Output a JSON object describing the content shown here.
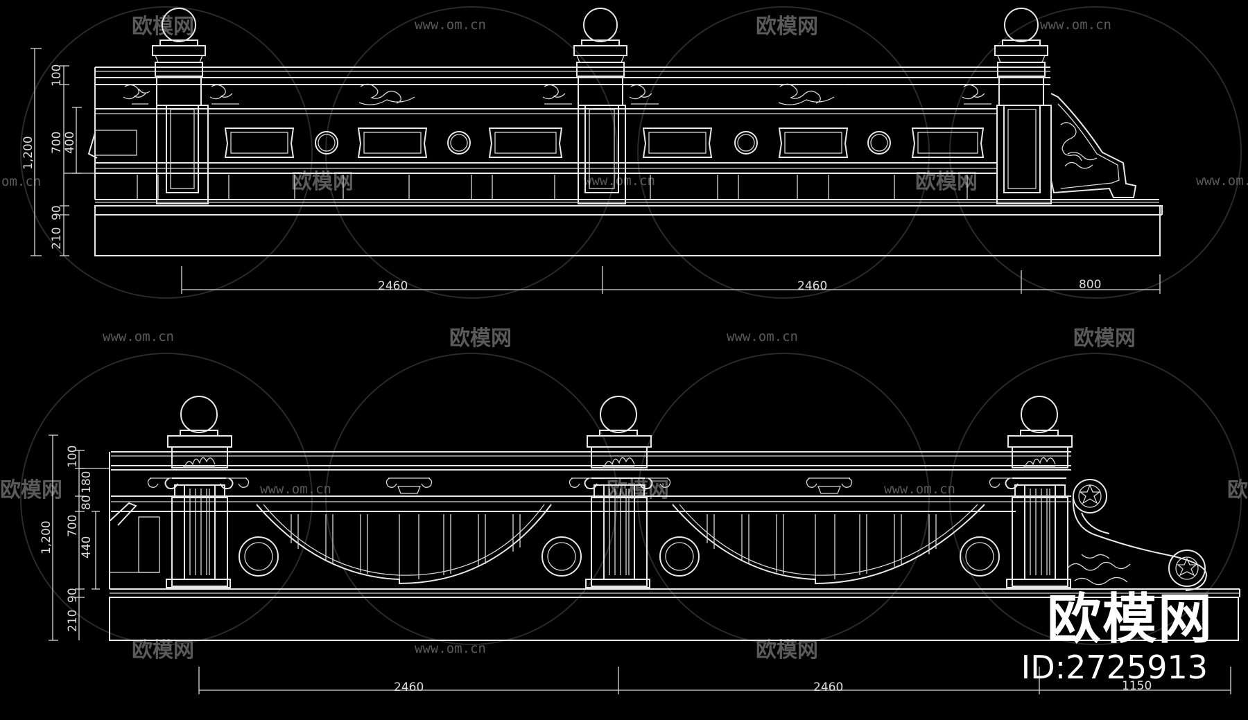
{
  "watermark": {
    "brand_text": "欧模网",
    "url_text": "www.om.cn",
    "partial_url_text": "om.cn"
  },
  "logo": {
    "brand": "欧模网",
    "id_label": "ID:2725913"
  },
  "elevation_top": {
    "height_dims": [
      "1,200",
      "100",
      "700",
      "400",
      "210",
      "90"
    ],
    "width_dims": [
      "2460",
      "2460",
      "800"
    ]
  },
  "elevation_bottom": {
    "height_dims": [
      "1,200",
      "100",
      "180",
      "80",
      "700",
      "440",
      "210",
      "90"
    ],
    "width_dims": [
      "2460",
      "2460",
      "1150"
    ]
  }
}
